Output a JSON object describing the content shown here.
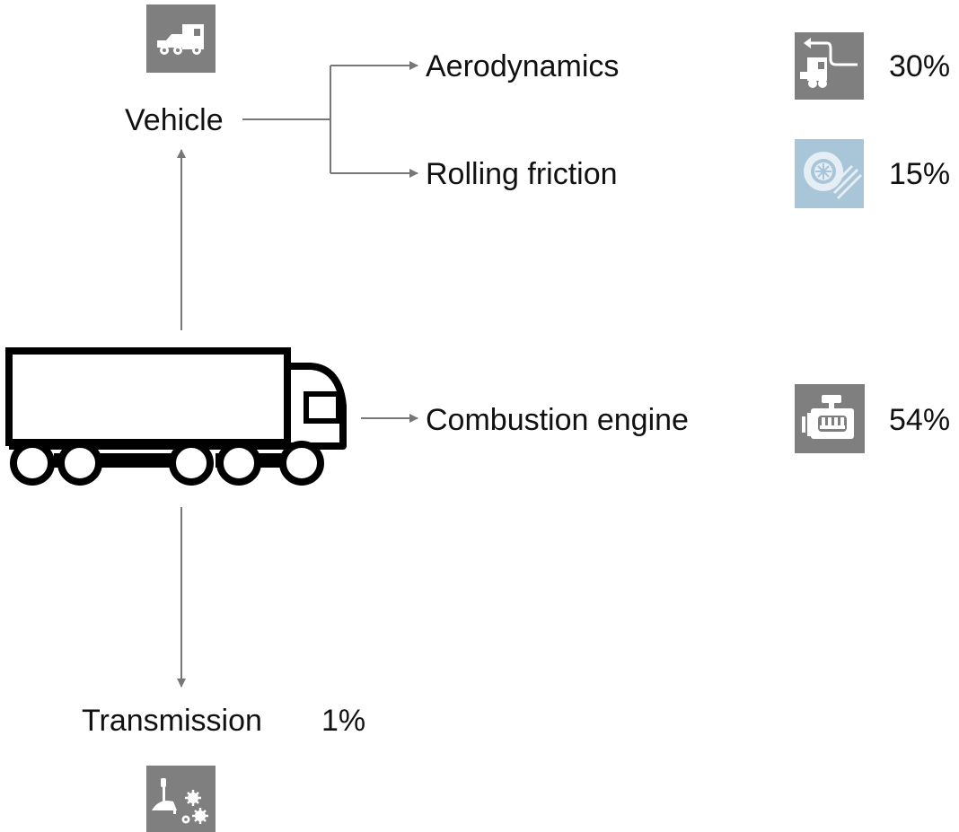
{
  "colors": {
    "connector": "#777777",
    "icon_bg": "#7f7f7f",
    "icon_bg_tire": "#a9c5d8",
    "truck_outline": "#000000",
    "text": "#111111"
  },
  "nodes": {
    "vehicle": {
      "label": "Vehicle",
      "icon": "truck-cab-icon"
    },
    "aerodynamics": {
      "label": "Aerodynamics",
      "percent": "30%",
      "icon": "airflow-truck-icon"
    },
    "rolling_friction": {
      "label": "Rolling friction",
      "percent": "15%",
      "icon": "tire-icon"
    },
    "combustion_engine": {
      "label": "Combustion engine",
      "percent": "54%",
      "icon": "engine-icon"
    },
    "transmission": {
      "label": "Transmission",
      "percent": "1%",
      "icon": "gear-shift-icon"
    },
    "truck": {
      "icon": "truck-icon"
    }
  }
}
